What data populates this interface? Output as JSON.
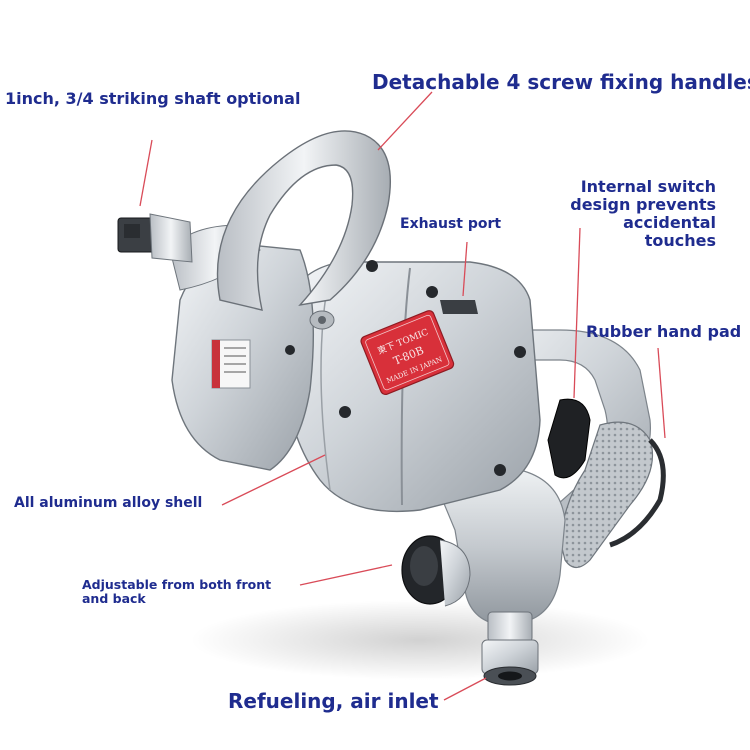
{
  "annotations": {
    "shaft": "1inch, 3/4 striking shaft optional",
    "handles": "Detachable 4 screw fixing handles",
    "switch": "Internal switch\ndesign prevents\naccidental\ntouches",
    "exhaust": "Exhaust port",
    "hand_pad": "Rubber hand pad",
    "shell": "All aluminum alloy shell",
    "adjustable": "Adjustable from both front\nand back",
    "air_inlet": "Refueling, air inlet"
  },
  "plate": {
    "line1": "東下 TOMIC",
    "line2": "T-80B",
    "line3": "MADE IN JAPAN"
  },
  "colors": {
    "label_text": "#1f2c8f",
    "leader_line": "#d94b58",
    "metal": "#c9ced3",
    "plate_red": "#d8303a"
  }
}
